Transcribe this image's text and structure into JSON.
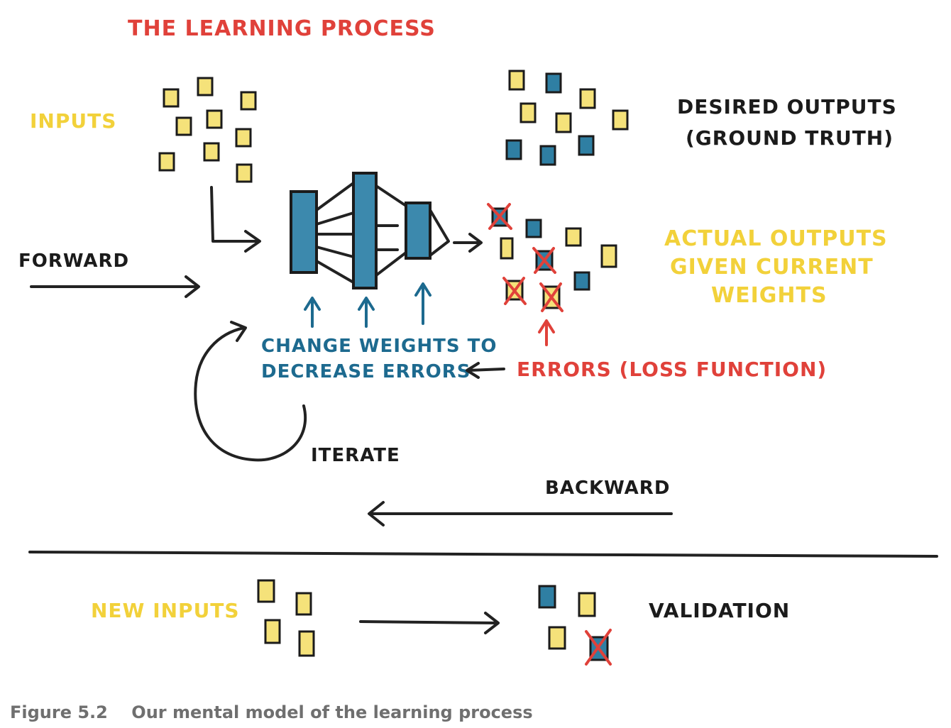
{
  "title": "THE LEARNING PROCESS",
  "labels": {
    "inputs": "INPUTS",
    "desired_outputs_1": "DESIRED OUTPUTS",
    "desired_outputs_2": "(GROUND TRUTH)",
    "actual_outputs_1": "ACTUAL OUTPUTS",
    "actual_outputs_2": "GIVEN CURRENT",
    "actual_outputs_3": "WEIGHTS",
    "forward": "FORWARD",
    "change_weights_1": "CHANGE WEIGHTS TO",
    "change_weights_2": "DECREASE ERRORS",
    "errors": "ERRORS (LOSS FUNCTION)",
    "iterate": "ITERATE",
    "backward": "BACKWARD",
    "new_inputs": "NEW INPUTS",
    "validation": "VALIDATION"
  },
  "caption": {
    "number": "Figure 5.2",
    "text": "Our mental model of the learning process"
  },
  "colors": {
    "red": "#e0413a",
    "yellow": "#f2d13a",
    "blue": "#1d6a8f",
    "black": "#1b1b1b"
  }
}
